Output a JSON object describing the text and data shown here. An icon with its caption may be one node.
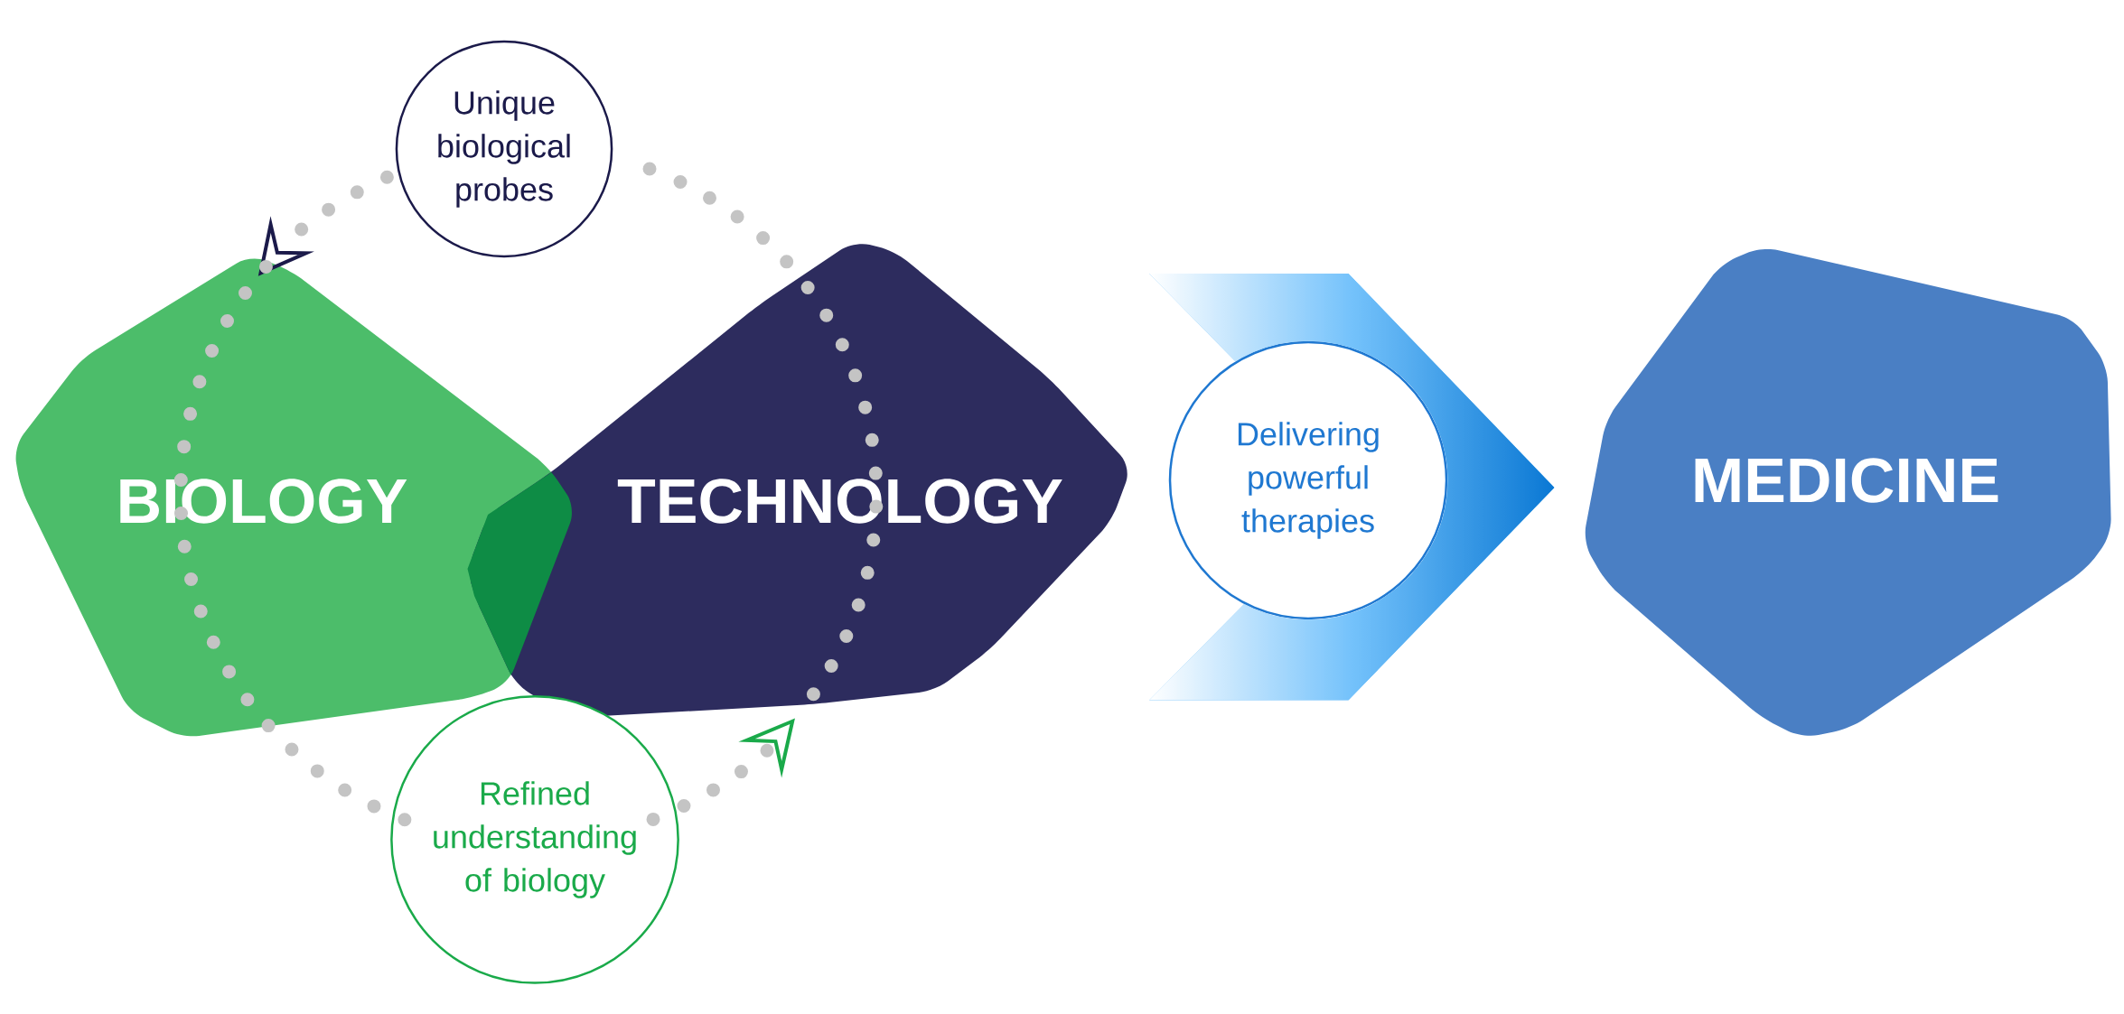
{
  "diagram": {
    "nodes": [
      {
        "text": [
          "BIOLOGY"
        ]
      },
      {
        "text": [
          "TECHNOLOGY"
        ]
      },
      {
        "text": [
          "Unique biological probes"
        ]
      },
      {
        "text": [
          "Refined understanding of biology"
        ]
      },
      {
        "text": [
          "Delivering powerful therapies"
        ]
      },
      {
        "text": [
          "MEDICINE"
        ]
      }
    ],
    "edges": [
      {
        "from": 2,
        "to": 0,
        "arrow": "to",
        "style": "dashed"
      },
      {
        "from": 0,
        "to": 3,
        "arrow": "none",
        "style": "dashed"
      },
      {
        "from": 3,
        "to": 1,
        "arrow": "to",
        "style": "dashed"
      },
      {
        "from": 1,
        "to": 2,
        "arrow": "none",
        "style": "dashed"
      },
      {
        "from": 1,
        "to": 5,
        "arrow": "to"
      }
    ]
  }
}
